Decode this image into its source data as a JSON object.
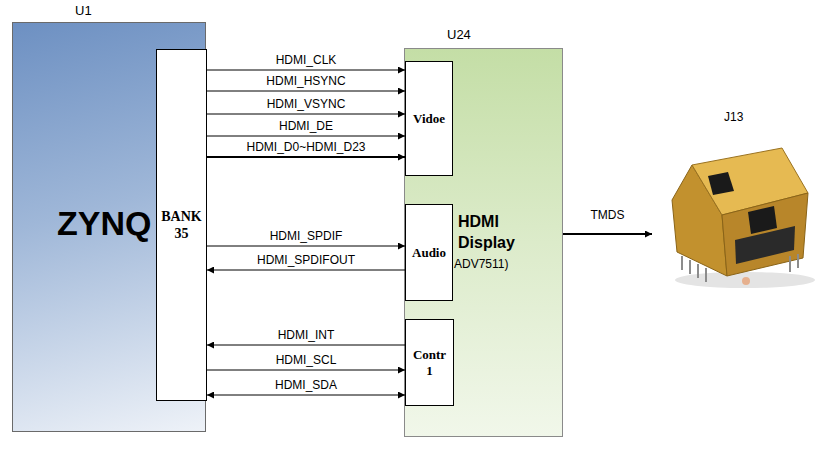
{
  "diagram": {
    "nodes": [
      {
        "text": [
          "U1",
          "ZYNQ"
        ]
      },
      {
        "text": [
          "BANK 35"
        ],
        "in": 0
      },
      {
        "text": [
          "U24",
          "HDMI Display",
          "ADV7511)"
        ]
      },
      {
        "text": [
          "Vidoe"
        ],
        "in": 2
      },
      {
        "text": [
          "Audio"
        ],
        "in": 2
      },
      {
        "text": [
          "Contr 1"
        ],
        "in": 2
      },
      {
        "text": [
          "J13"
        ]
      }
    ],
    "edges": [
      {
        "from": 1,
        "to": 3,
        "label": "HDMI_CLK",
        "arrow": "to"
      },
      {
        "from": 1,
        "to": 3,
        "label": "HDMI_HSYNC",
        "arrow": "to"
      },
      {
        "from": 1,
        "to": 3,
        "label": "HDMI_VSYNC",
        "arrow": "to"
      },
      {
        "from": 1,
        "to": 3,
        "label": "HDMI_DE",
        "arrow": "to"
      },
      {
        "from": 1,
        "to": 3,
        "label": "HDMI_D0~HDMI_D23",
        "arrow": "to"
      },
      {
        "from": 1,
        "to": 4,
        "label": "HDMI_SPDIF",
        "arrow": "to"
      },
      {
        "from": 4,
        "to": 1,
        "label": "HDMI_SPDIFOUT",
        "arrow": "to"
      },
      {
        "from": 5,
        "to": 1,
        "label": "HDMI_INT",
        "arrow": "to"
      },
      {
        "from": 1,
        "to": 5,
        "label": "HDMI_SCL",
        "arrow": "to"
      },
      {
        "from": 1,
        "to": 5,
        "label": "HDMI_SDA",
        "arrow": "both"
      },
      {
        "from": 2,
        "to": 6,
        "label": "TMDS",
        "arrow": "to"
      }
    ]
  }
}
